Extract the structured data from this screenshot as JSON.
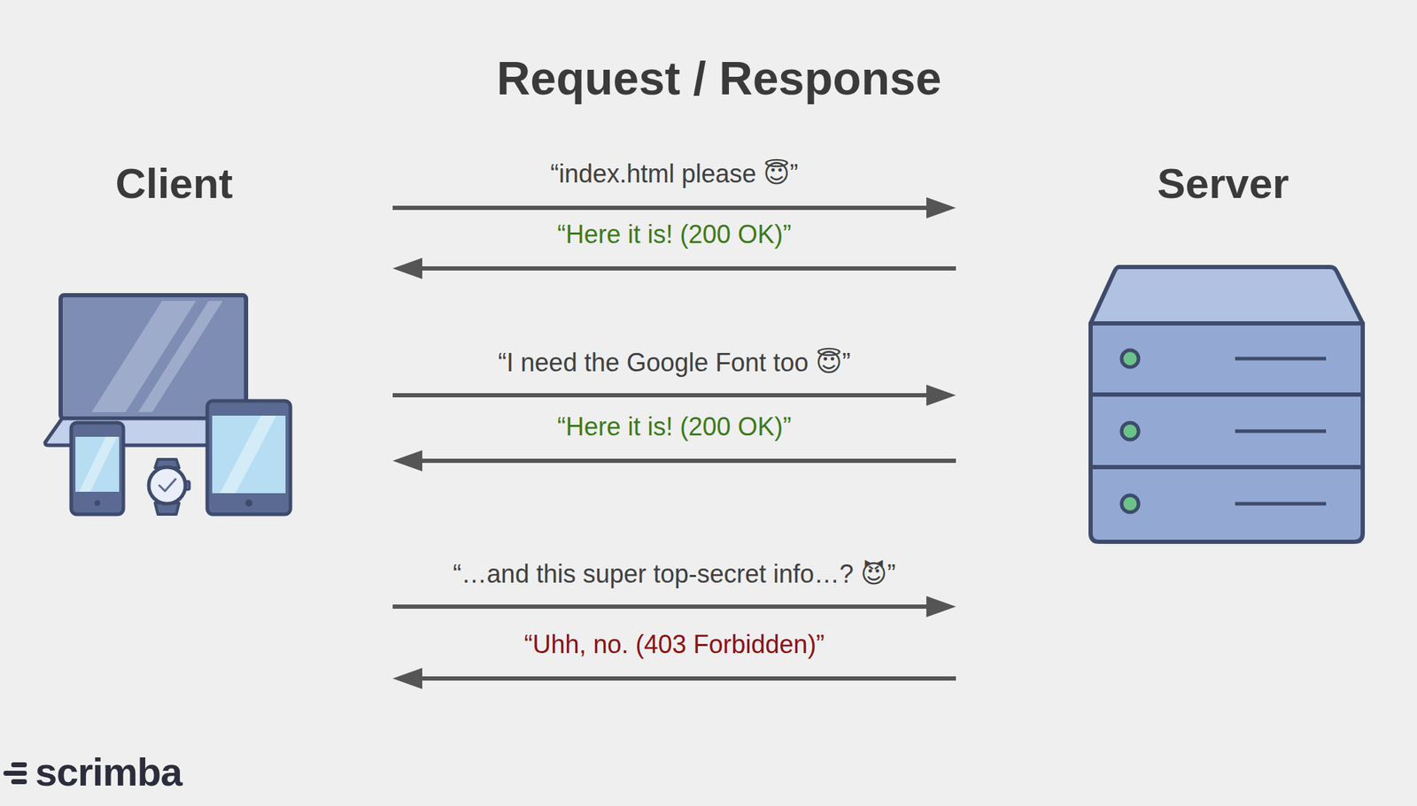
{
  "diagram": {
    "title": "Request / Response",
    "nodes": [
      {
        "text": [
          "Client"
        ]
      },
      {
        "text": [
          "Server"
        ]
      }
    ],
    "edges": [
      {
        "from": 0,
        "to": 1,
        "arrow": "to",
        "label": "“index.html please 😇”"
      },
      {
        "from": 1,
        "to": 0,
        "arrow": "to",
        "label": "“Here it is! (200 OK)”"
      },
      {
        "from": 0,
        "to": 1,
        "arrow": "to",
        "label": "“I need the Google Font too 😇”"
      },
      {
        "from": 1,
        "to": 0,
        "arrow": "to",
        "label": "“Here it is! (200 OK)”"
      },
      {
        "from": 0,
        "to": 1,
        "arrow": "to",
        "label": "“…and this super top-secret info…? 😈”"
      },
      {
        "from": 1,
        "to": 0,
        "arrow": "to",
        "label": "“Uhh, no. (403 Forbidden)”"
      }
    ],
    "labels": [
      "scrimba"
    ]
  }
}
